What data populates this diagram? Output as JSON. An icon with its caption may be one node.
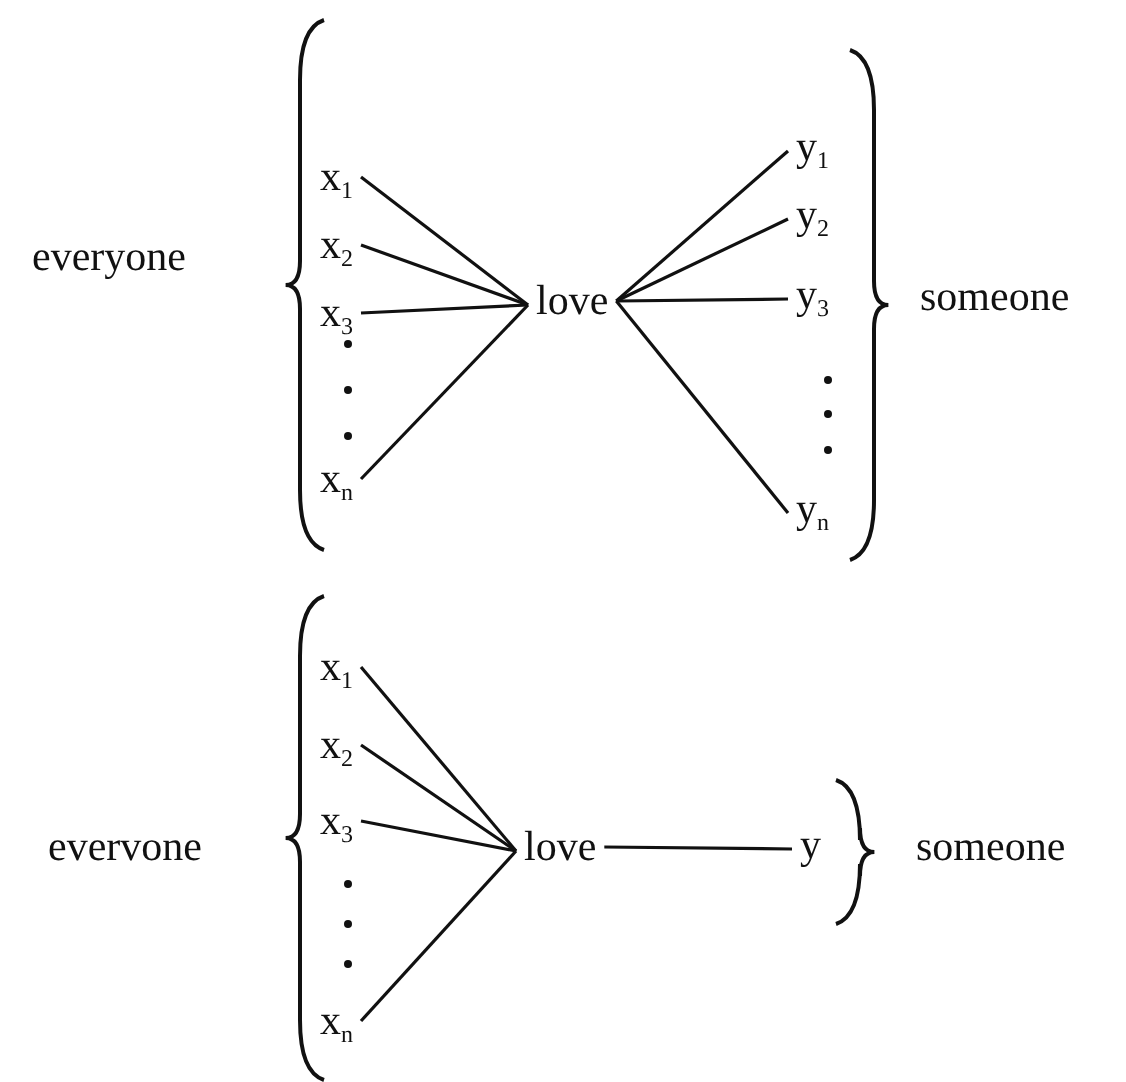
{
  "diagram": {
    "nodes": [
      {
        "text": [
          "x$_{1}$"
        ]
      },
      {
        "text": [
          "x$_{2}$"
        ]
      },
      {
        "text": [
          "x$_{3}$"
        ]
      },
      {
        "text": [
          "x$_{n}$"
        ]
      },
      {
        "text": [
          "love"
        ]
      },
      {
        "text": [
          "y$_{1}$"
        ]
      },
      {
        "text": [
          "y$_{2}$"
        ]
      },
      {
        "text": [
          "y$_{3}$"
        ]
      },
      {
        "text": [
          "y$_{n}$"
        ]
      },
      {
        "text": [
          "x$_{1}$"
        ]
      },
      {
        "text": [
          "x$_{2}$"
        ]
      },
      {
        "text": [
          "x$_{3}$"
        ]
      },
      {
        "text": [
          "x$_{n}$"
        ]
      },
      {
        "text": [
          "love"
        ]
      },
      {
        "text": [
          "y"
        ]
      }
    ],
    "edges": [
      {
        "from": 0,
        "to": 4,
        "arrow": "none"
      },
      {
        "from": 1,
        "to": 4,
        "arrow": "none"
      },
      {
        "from": 2,
        "to": 4,
        "arrow": "none"
      },
      {
        "from": 3,
        "to": 4,
        "arrow": "none"
      },
      {
        "from": 4,
        "to": 5,
        "arrow": "none"
      },
      {
        "from": 4,
        "to": 6,
        "arrow": "none"
      },
      {
        "from": 4,
        "to": 7,
        "arrow": "none"
      },
      {
        "from": 4,
        "to": 8,
        "arrow": "none"
      },
      {
        "from": 9,
        "to": 13,
        "arrow": "none"
      },
      {
        "from": 10,
        "to": 13,
        "arrow": "none"
      },
      {
        "from": 11,
        "to": 13,
        "arrow": "none"
      },
      {
        "from": 12,
        "to": 13,
        "arrow": "none"
      },
      {
        "from": 13,
        "to": 14,
        "arrow": "none"
      }
    ],
    "labels": [
      "everyone",
      "someone",
      "evervone",
      "someone"
    ]
  }
}
